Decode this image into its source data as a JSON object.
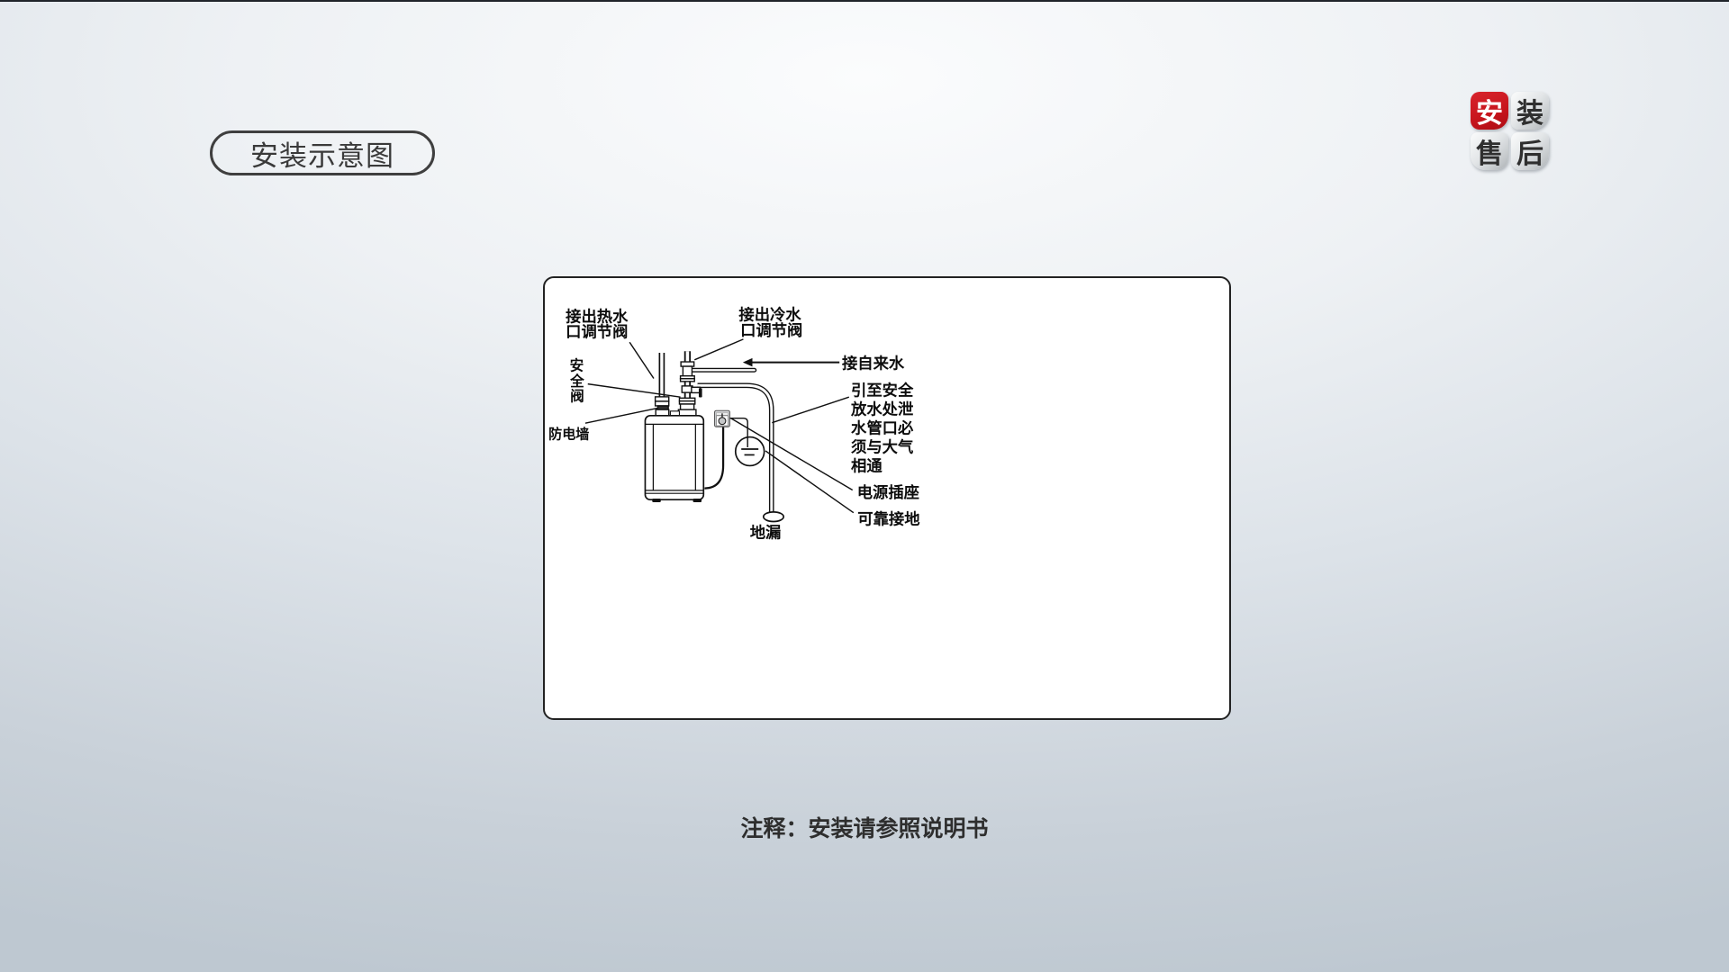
{
  "page": {
    "title_pill": "安装示意图",
    "note": "注释：安装请参照说明书"
  },
  "badges": {
    "tiles": [
      {
        "label": "安",
        "variant": "red"
      },
      {
        "label": "装",
        "variant": "gray"
      },
      {
        "label": "售",
        "variant": "gray"
      },
      {
        "label": "后",
        "variant": "gray"
      }
    ]
  },
  "colors": {
    "badge_red": "#c8151d",
    "diagram_line": "#111111",
    "panel_border": "#222222",
    "background_edge": "#bec8d1"
  },
  "diagram": {
    "hot_valve_label": {
      "line1": "接出热水",
      "line2": "口调节阀"
    },
    "cold_valve_label": {
      "line1": "接出冷水",
      "line2": "口调节阀"
    },
    "tap_water_label": "接自来水",
    "safety_valve_chars": [
      "安",
      "全",
      "阀"
    ],
    "anti_electric_wall_label": "防电墙",
    "drain_note_lines": [
      "引至安全",
      "放水处泄",
      "水管口必",
      "须与大气",
      "相通"
    ],
    "power_socket_label": "电源插座",
    "ground_label": "可靠接地",
    "floor_drain_label": "地漏"
  }
}
